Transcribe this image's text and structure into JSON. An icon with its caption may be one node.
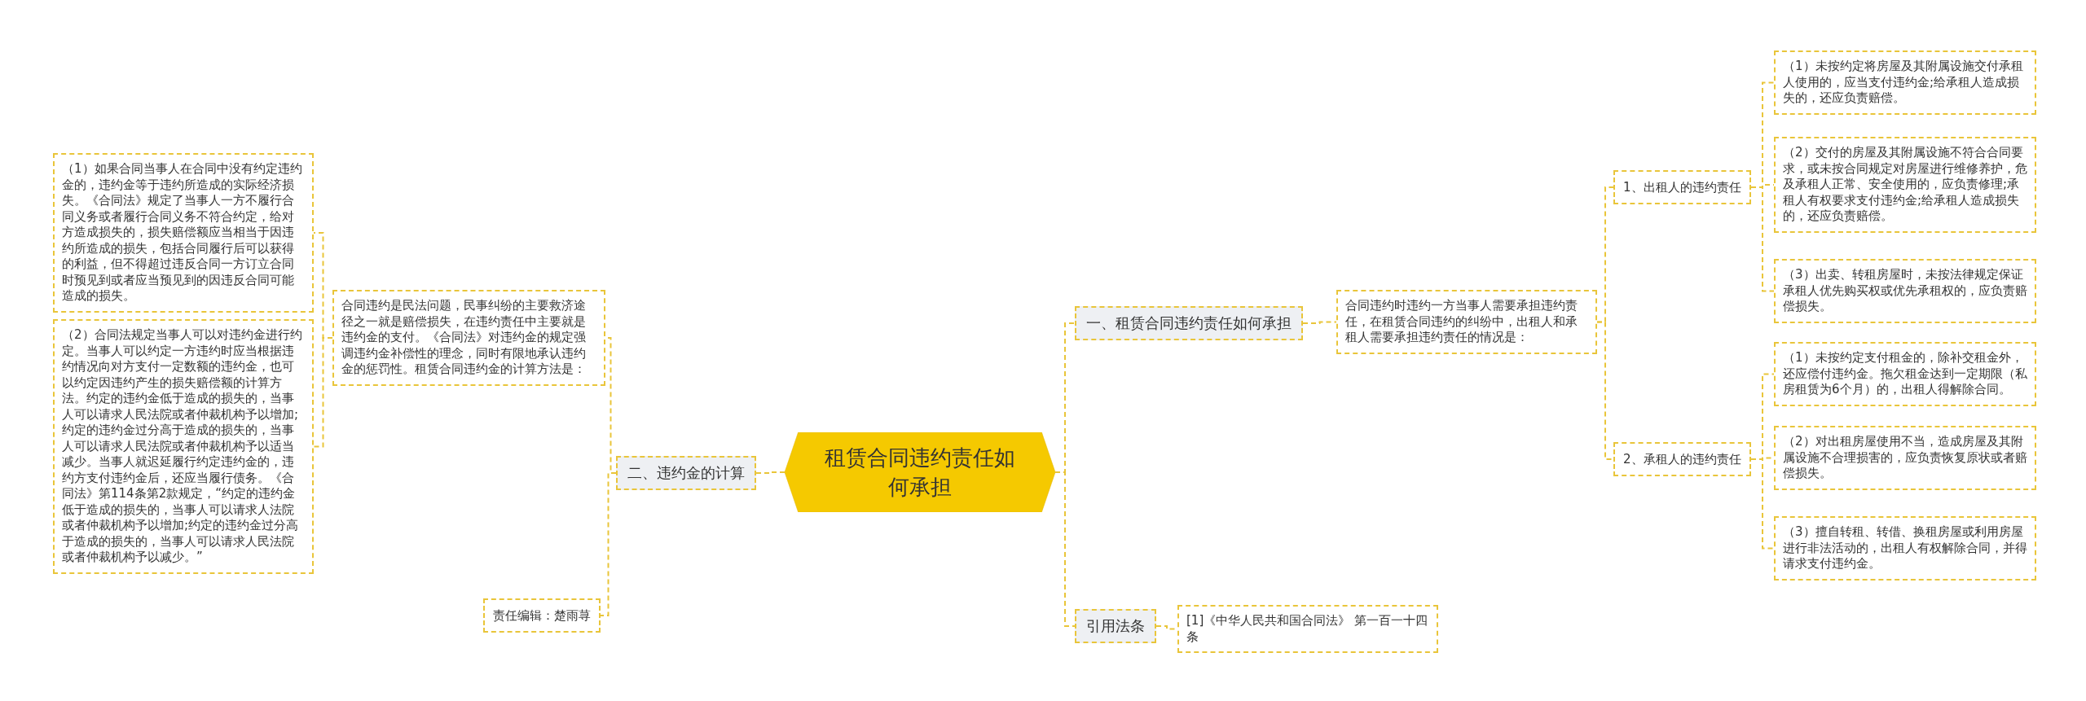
{
  "diagram": {
    "nodes": [
      {
        "text": [
          "租赁合同违约责任如何承担"
        ]
      },
      {
        "text": [
          "一、租赁合同违约责任如何承担"
        ]
      },
      {
        "text": [
          "合同违约时违约一方当事人需要承担违约责任，在租赁合同违约的纠纷中，出租人和承租人需要承担违约责任的情况是："
        ]
      },
      {
        "text": [
          "1、出租人的违约责任"
        ]
      },
      {
        "text": [
          "（1）未按约定将房屋及其附属设施交付承租人使用的，应当支付违约金;给承租人造成损失的，还应负责赔偿。"
        ]
      },
      {
        "text": [
          "（2）交付的房屋及其附属设施不符合合同要求，或未按合同规定对房屋进行维修养护，危及承租人正常、安全使用的，应负责修理;承租人有权要求支付违约金;给承租人造成损失的，还应负责赔偿。"
        ]
      },
      {
        "text": [
          "（3）出卖、转租房屋时，未按法律规定保证承租人优先购买权或优先承租权的，应负责赔偿损失。"
        ]
      },
      {
        "text": [
          "2、承租人的违约责任"
        ]
      },
      {
        "text": [
          "（1）未按约定支付租金的，除补交租金外，还应偿付违约金。拖欠租金达到一定期限（私房租赁为6个月）的，出租人得解除合同。"
        ]
      },
      {
        "text": [
          "（2）对出租房屋使用不当，造成房屋及其附属设施不合理损害的，应负责恢复原状或者赔偿损失。"
        ]
      },
      {
        "text": [
          "（3）擅自转租、转借、换租房屋或利用房屋进行非法活动的，出租人有权解除合同，并得请求支付违约金。"
        ]
      },
      {
        "text": [
          "二、违约金的计算"
        ]
      },
      {
        "text": [
          "合同违约是民法问题，民事纠纷的主要救济途径之一就是赔偿损失，在违约责任中主要就是违约金的支付。《合同法》对违约金的规定强调违约金补偿性的理念，同时有限地承认违约金的惩罚性。租赁合同违约金的计算方法是："
        ]
      },
      {
        "text": [
          "（1）如果合同当事人在合同中没有约定违约金的，违约金等于违约所造成的实际经济损失。《合同法》规定了当事人一方不履行合同义务或者履行合同义务不符合约定，给对方造成损失的，损失赔偿额应当相当于因违约所造成的损失，包括合同履行后可以获得的利益，但不得超过违反合同一方订立合同时预见到或者应当预见到的因违反合同可能造成的损失。"
        ]
      },
      {
        "text": [
          "（2）合同法规定当事人可以对违约金进行约定。当事人可以约定一方违约时应当根据违约情况向对方支付一定数额的违约金，也可以约定因违约产生的损失赔偿额的计算方法。约定的违约金低于造成的损失的，当事人可以请求人民法院或者仲裁机构予以增加;约定的违约金过分高于造成的损失的，当事人可以请求人民法院或者仲裁机构予以适当减少。当事人就迟延履行约定违约金的，违约方支付违约金后，还应当履行债务。《合同法》第114条第2款规定，“约定的违约金低于造成的损失的，当事人可以请求人法院或者仲裁机构予以增加;约定的违约金过分高于造成的损失的，当事人可以请求人民法院或者仲裁机构予以减少。”"
        ]
      },
      {
        "text": [
          "责任编辑：楚雨荨"
        ]
      },
      {
        "text": [
          "引用法条"
        ]
      },
      {
        "text": [
          "[1]《中华人民共和国合同法》 第一百一十四条"
        ]
      }
    ],
    "edges": [
      {
        "from": 0,
        "to": 1,
        "arrow": "none"
      },
      {
        "from": 1,
        "to": 2,
        "arrow": "none"
      },
      {
        "from": 2,
        "to": 3,
        "arrow": "none"
      },
      {
        "from": 3,
        "to": 4,
        "arrow": "none"
      },
      {
        "from": 3,
        "to": 5,
        "arrow": "none"
      },
      {
        "from": 3,
        "to": 6,
        "arrow": "none"
      },
      {
        "from": 2,
        "to": 7,
        "arrow": "none"
      },
      {
        "from": 7,
        "to": 8,
        "arrow": "none"
      },
      {
        "from": 7,
        "to": 9,
        "arrow": "none"
      },
      {
        "from": 7,
        "to": 10,
        "arrow": "none"
      },
      {
        "from": 0,
        "to": 11,
        "arrow": "none"
      },
      {
        "from": 11,
        "to": 12,
        "arrow": "none"
      },
      {
        "from": 12,
        "to": 13,
        "arrow": "none"
      },
      {
        "from": 12,
        "to": 14,
        "arrow": "none"
      },
      {
        "from": 11,
        "to": 15,
        "arrow": "none"
      },
      {
        "from": 0,
        "to": 16,
        "arrow": "none"
      },
      {
        "from": 16,
        "to": 17,
        "arrow": "none"
      }
    ]
  }
}
